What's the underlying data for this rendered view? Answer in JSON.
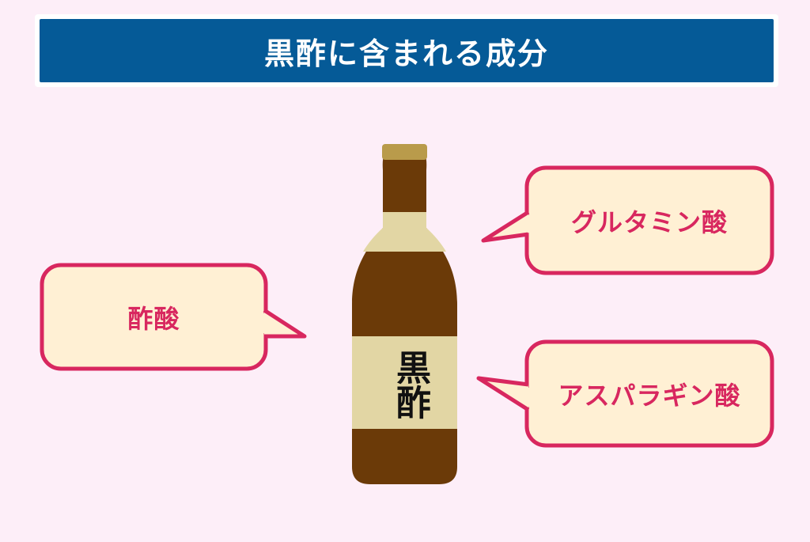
{
  "title": "黒酢に含まれる成分",
  "bottle_label": "黒酢",
  "bubbles": [
    {
      "text": "グルタミン酸"
    },
    {
      "text": "酢酸"
    },
    {
      "text": "アスパラギン酸"
    }
  ],
  "colors": {
    "background": "#fdeef8",
    "title_bar": "#055a97",
    "bubble_fill": "#fff0d4",
    "bubble_border": "#d8275f",
    "bottle_body": "#6b3a08",
    "bottle_cap": "#b99b4b",
    "bottle_band": "#e2d6a4"
  }
}
